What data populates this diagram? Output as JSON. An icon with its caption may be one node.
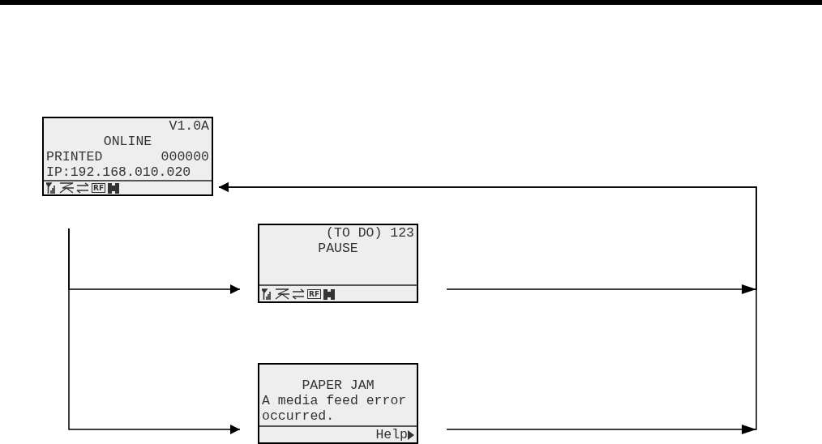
{
  "diagram": {
    "nodes": [
      {
        "text": [
          "V1.0A",
          "ONLINE",
          "PRINTED",
          "000000",
          "IP:192.168.010.020"
        ]
      },
      {
        "text": [
          "(TO DO) 123",
          "PAUSE"
        ]
      },
      {
        "text": [
          "PAPER JAM",
          "A media feed error occurred.",
          "Help"
        ]
      }
    ],
    "edges": [
      {
        "from": 0,
        "to": 1,
        "arrow": "to"
      },
      {
        "from": 0,
        "to": 2,
        "arrow": "to"
      },
      {
        "from": 1,
        "to": 0,
        "arrow": "to"
      },
      {
        "from": 2,
        "to": 0,
        "arrow": "to"
      }
    ],
    "labels": [
      "RF",
      "RF"
    ]
  }
}
